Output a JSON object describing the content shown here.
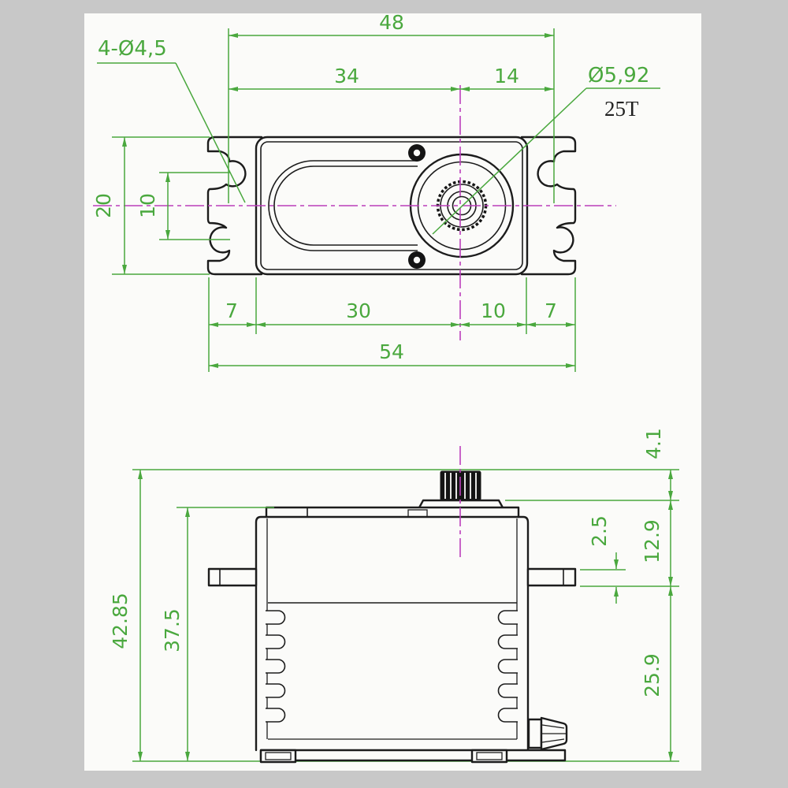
{
  "drawing": {
    "title": "servo-dimension-drawing",
    "colors": {
      "background": "#c8c8c8",
      "paper": "#fbfbf9",
      "outline": "#1c1c1c",
      "dimension": "#4aa83e",
      "centerline": "#bb3ebb"
    },
    "top_view": {
      "dim_48": "48",
      "dim_34": "34",
      "dim_14": "14",
      "label_holes": "4-Ø4,5",
      "label_spline_dia": "Ø5,92",
      "label_spline_teeth": "25T",
      "dim_20": "20",
      "dim_10_side": "10",
      "dim_7_left": "7",
      "dim_30": "30",
      "dim_10_bottom": "10",
      "dim_7_right": "7",
      "dim_54": "54"
    },
    "front_view": {
      "dim_4_1": "4.1",
      "dim_12_9": "12.9",
      "dim_2_5": "2.5",
      "dim_25_9": "25.9",
      "dim_42_85": "42.85",
      "dim_37_5": "37.5"
    }
  }
}
